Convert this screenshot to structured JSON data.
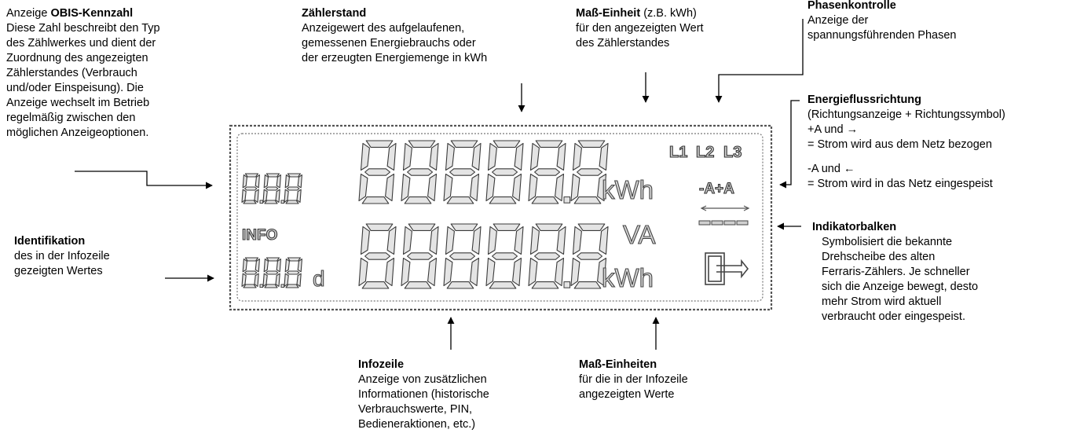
{
  "annotations": {
    "obis": {
      "prefix": "Anzeige ",
      "title": "OBIS-Kennzahl",
      "lines": [
        "Diese Zahl beschreibt den Typ",
        "des Zählwerkes und dient der",
        "Zuordnung des angezeigten",
        "Zählerstandes (Verbrauch",
        "und/oder Einspeisung). Die",
        "Anzeige wechselt im Betrieb",
        "regelmäßig zwischen den",
        "möglichen Anzeigeoptionen."
      ]
    },
    "zaehlerstand": {
      "title": "Zählerstand",
      "lines": [
        "Anzeigewert des aufgelaufenen,",
        "gemessenen Energiebrauchs oder",
        "der erzeugten Energiemenge in kWh"
      ]
    },
    "masseinheit": {
      "title": "Maß-Einheit",
      "title_suffix": " (z.B. kWh)",
      "lines": [
        "für den angezeigten Wert",
        "des Zählerstandes"
      ]
    },
    "phasen": {
      "title": "Phasenkontrolle",
      "lines": [
        "Anzeige der",
        "spannungsführenden Phasen"
      ]
    },
    "energiefluss": {
      "title": "Energieflussrichtung",
      "lines": [
        "(Richtungsanzeige + Richtungssymbol)",
        "+A und →",
        "= Strom wird aus dem Netz bezogen",
        "",
        "-A und ←",
        "= Strom wird in das Netz eingespeist"
      ]
    },
    "identifikation": {
      "title": "Identifikation",
      "lines": [
        "des in der Infozeile",
        "gezeigten Wertes"
      ]
    },
    "indikator": {
      "title": "Indikatorbalken",
      "lines": [
        "Symbolisiert die bekannte",
        "Drehscheibe des alten",
        "Ferraris-Zählers. Je schneller",
        "sich die Anzeige bewegt, desto",
        "mehr Strom wird aktuell",
        "verbraucht oder eingespeist."
      ]
    },
    "infozeile": {
      "title": "Infozeile",
      "lines": [
        "Anzeige von zusätzlichen",
        "Informationen (historische",
        "Verbrauchswerte, PIN,",
        "Bedieneraktionen, etc.)"
      ]
    },
    "masseinheiten": {
      "title": "Maß-Einheiten",
      "lines": [
        "für die in der Infozeile",
        "angezeigten Werte"
      ]
    }
  },
  "lcd": {
    "info_label": "INFO",
    "unit_top": "kWh",
    "unit_va": "VA",
    "unit_bottom": "kWh",
    "phase_labels": [
      "L1",
      "L2",
      "L3"
    ],
    "direction_label": "-A+A",
    "info_suffix": "d",
    "digits_obis": 3,
    "digits_main": 6,
    "digits_info": 3,
    "digits_info_main": 6
  }
}
